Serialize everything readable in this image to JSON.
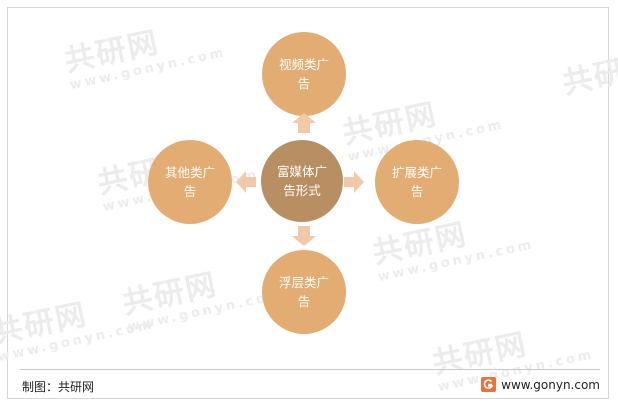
{
  "diagram": {
    "center": "富媒体广告形式",
    "top": "视频类广告",
    "right": "扩展类广告",
    "bottom": "浮层类广告",
    "left": "其他类广告"
  },
  "footer": {
    "source": "制图：共研网",
    "website": "www.gonyn.com"
  },
  "watermark": {
    "brand": "共研网",
    "url": "www.gonyn.com"
  },
  "colors": {
    "outer_node": "#e3ac72",
    "center_node": "#b88e63",
    "arrow": "#f2c9a8"
  }
}
